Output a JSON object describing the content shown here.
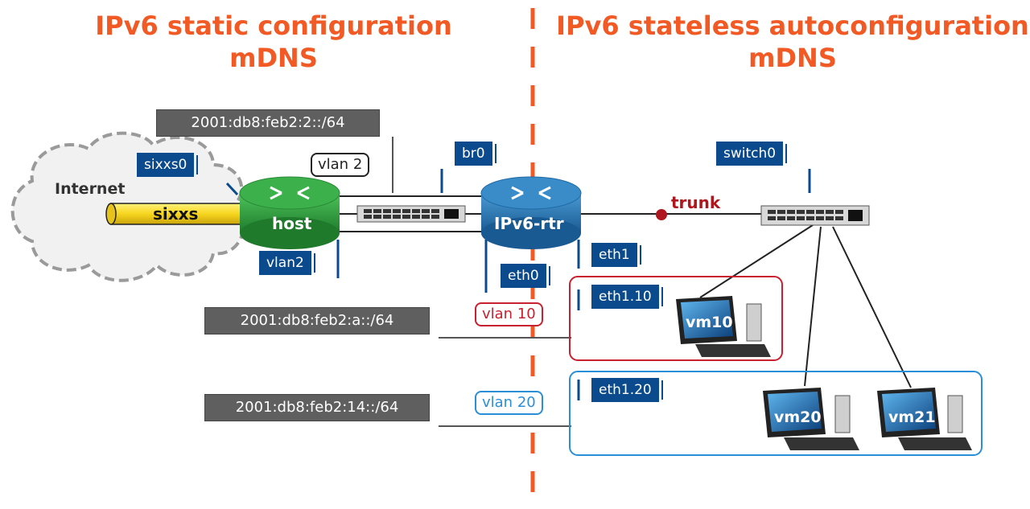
{
  "titles": {
    "left_line1": "IPv6 static configuration",
    "left_line2": "mDNS",
    "right_line1": "IPv6 stateless autoconfiguration",
    "right_line2": "mDNS"
  },
  "nodes": {
    "internet": "Internet",
    "tunnel": "sixxs",
    "host_router": "host",
    "ipv6_router": "IPv6-rtr",
    "trunk": "trunk",
    "vm10": "vm10",
    "vm20": "vm20",
    "vm21": "vm21"
  },
  "interfaces": {
    "sixxs0": "sixxs0",
    "vlan2": "vlan2",
    "br0": "br0",
    "eth0": "eth0",
    "eth1": "eth1",
    "eth1_10": "eth1.10",
    "eth1_20": "eth1.20",
    "switch0": "switch0"
  },
  "prefixes": {
    "p2": "2001:db8:feb2:2::/64",
    "pa": "2001:db8:feb2:a::/64",
    "p14": "2001:db8:feb2:14::/64"
  },
  "callouts": {
    "vlan2": "vlan 2",
    "vlan10": "vlan 10",
    "vlan20": "vlan 20"
  },
  "colors": {
    "title": "#f15a24",
    "divider": "#f15a24",
    "interface_bg": "#0b4a8c",
    "prefix_bg": "#5f5f5f",
    "router_green": "#2e9e3e",
    "router_blue": "#2b79b5",
    "vlan10": "#c8212f",
    "vlan20": "#2a8fd6",
    "trunk": "#b0161e",
    "tunnel": "#f7d51e"
  }
}
